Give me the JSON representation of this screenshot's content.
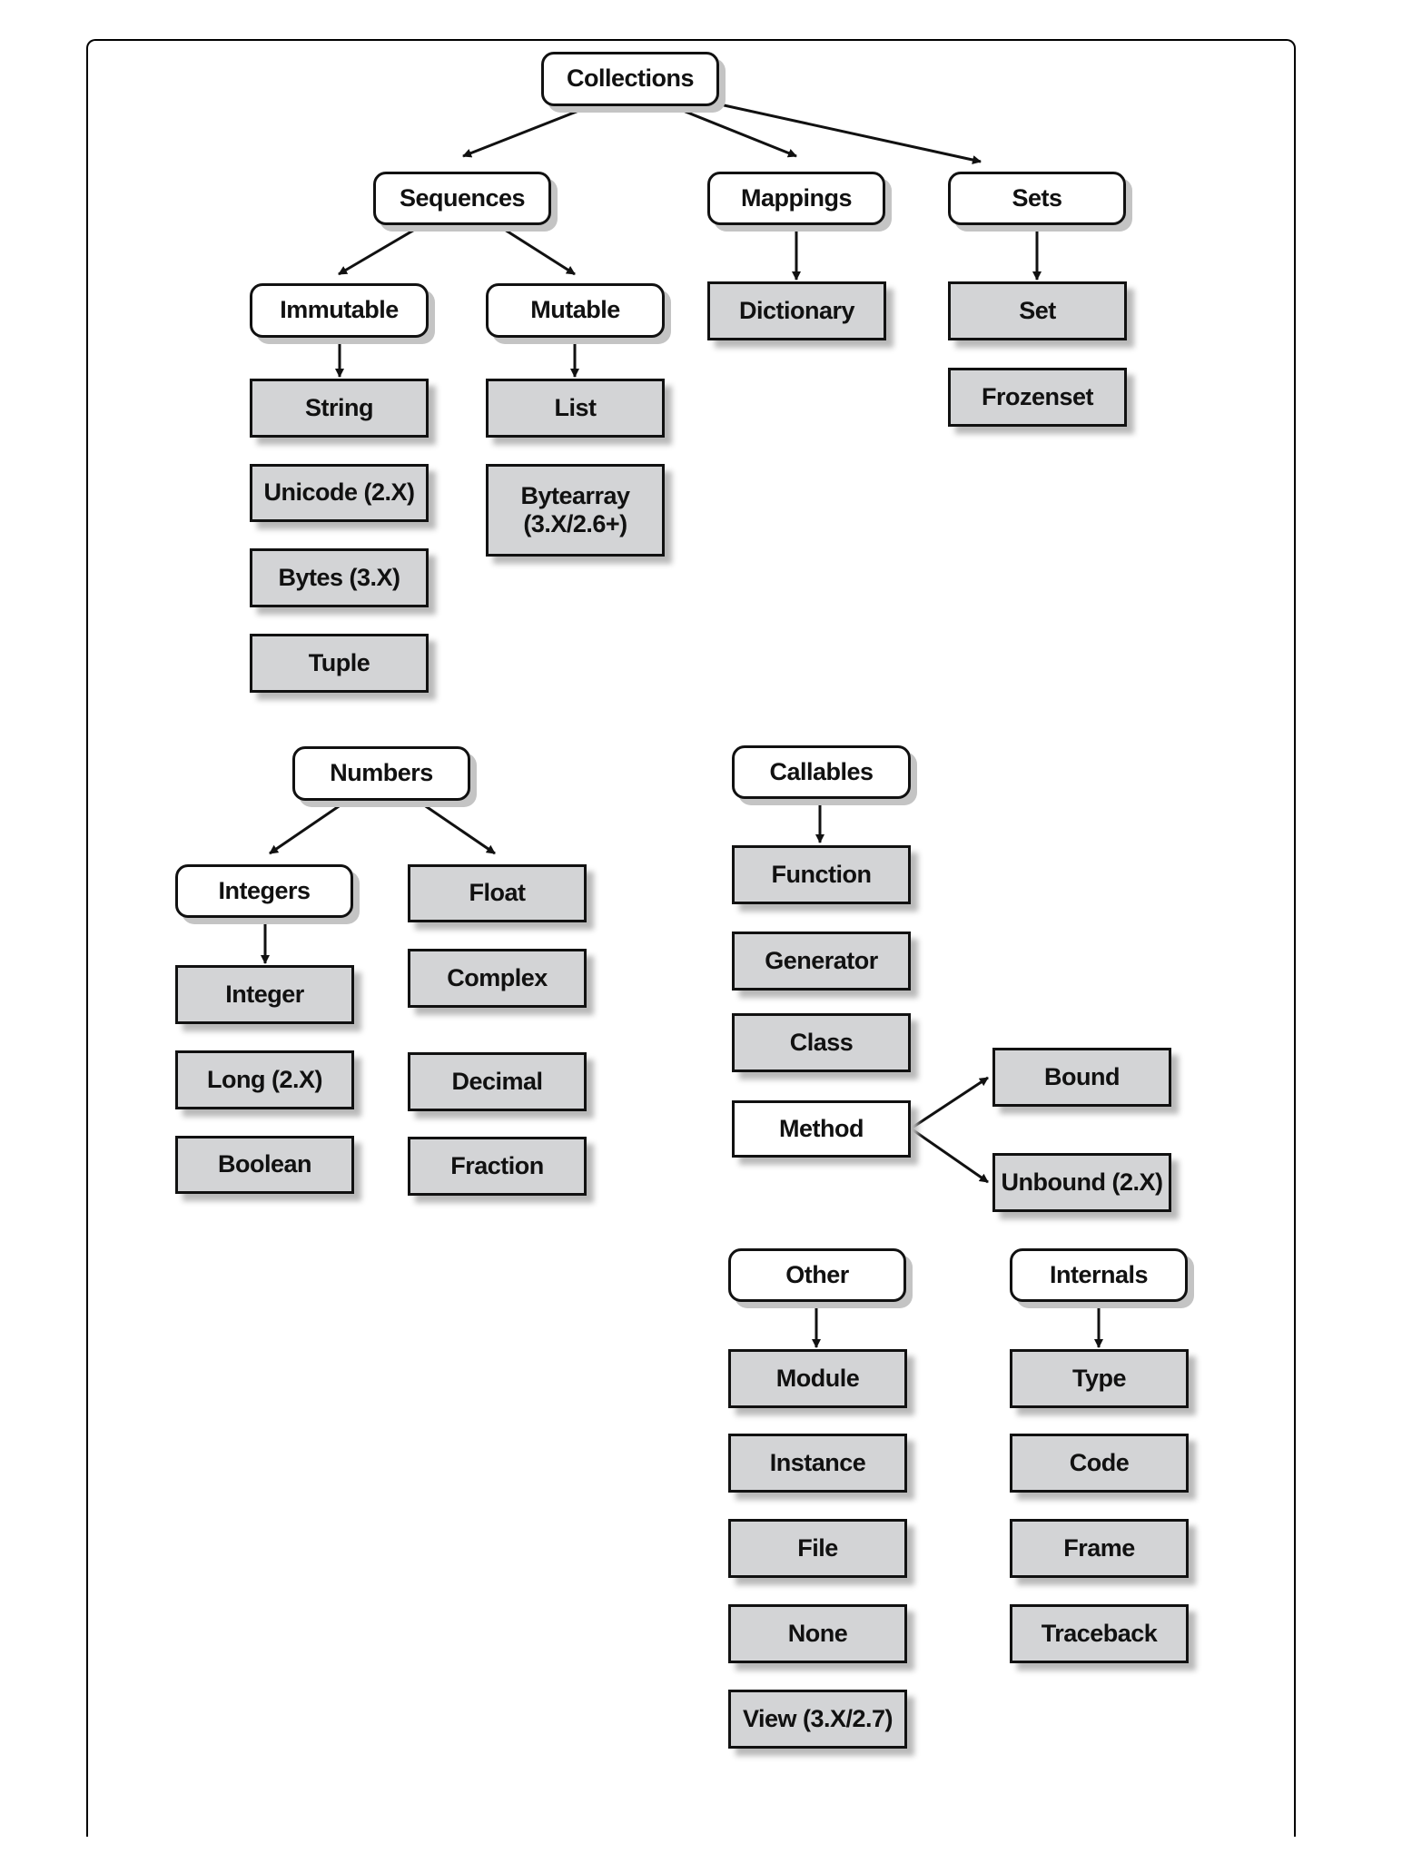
{
  "diagram": {
    "collections": {
      "root": "Collections",
      "sequences": "Sequences",
      "mappings": "Mappings",
      "sets": "Sets",
      "immutable": "Immutable",
      "mutable": "Mutable",
      "string": "String",
      "unicode": "Unicode  (2.X)",
      "bytes": "Bytes (3.X)",
      "tuple": "Tuple",
      "list": "List",
      "bytearray": "Bytearray\n(3.X/2.6+)",
      "dictionary": "Dictionary",
      "set": "Set",
      "frozenset": "Frozenset"
    },
    "numbers": {
      "root": "Numbers",
      "integers": "Integers",
      "float": "Float",
      "complex": "Complex",
      "decimal": "Decimal",
      "fraction": "Fraction",
      "integer": "Integer",
      "long": "Long (2.X)",
      "boolean": "Boolean"
    },
    "callables": {
      "root": "Callables",
      "function": "Function",
      "generator": "Generator",
      "class": "Class",
      "method": "Method",
      "bound": "Bound",
      "unbound": "Unbound (2.X)"
    },
    "other": {
      "root": "Other",
      "module": "Module",
      "instance": "Instance",
      "file": "File",
      "none": "None",
      "view": "View (3.X/2.7)"
    },
    "internals": {
      "root": "Internals",
      "type": "Type",
      "code": "Code",
      "frame": "Frame",
      "traceback": "Traceback"
    }
  }
}
